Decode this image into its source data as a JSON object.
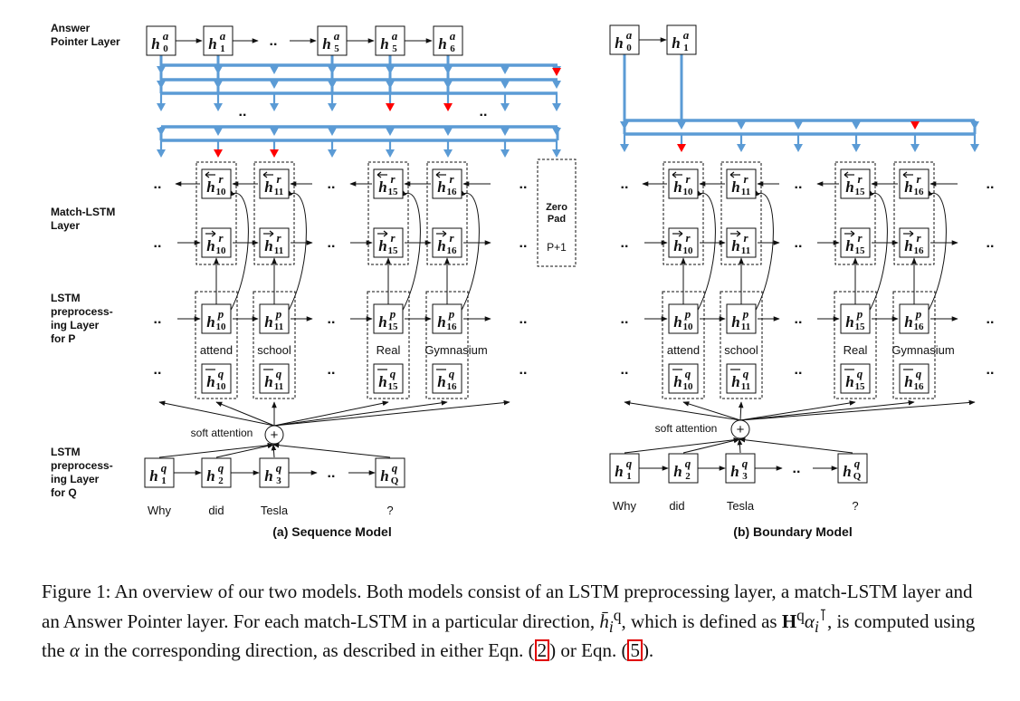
{
  "colors": {
    "bus": "#5b9bd5",
    "pointer": "#ff0000",
    "ink": "#111111"
  },
  "layers": {
    "answer": "Answer\nPointer Layer",
    "match": "Match-LSTM\nLayer",
    "lstm_p": "LSTM\npreprocess-\ning Layer\nfor P",
    "lstm_q": "LSTM\npreprocess-\ning Layer\nfor Q"
  },
  "sequence_model": {
    "subtitle": "(a) Sequence Model",
    "answer_nodes": [
      [
        "h",
        "0",
        "a"
      ],
      [
        "h",
        "1",
        "a"
      ],
      [
        "h",
        "5",
        "a"
      ],
      [
        "h",
        "5",
        "a"
      ],
      [
        "h",
        "6",
        "a"
      ]
    ],
    "rb_nodes": [
      [
        "h",
        "10",
        "r"
      ],
      [
        "h",
        "11",
        "r"
      ],
      [
        "h",
        "15",
        "r"
      ],
      [
        "h",
        "16",
        "r"
      ]
    ],
    "rf_nodes": [
      [
        "h",
        "10",
        "r"
      ],
      [
        "h",
        "11",
        "r"
      ],
      [
        "h",
        "15",
        "r"
      ],
      [
        "h",
        "16",
        "r"
      ]
    ],
    "p_nodes": [
      [
        "h",
        "10",
        "p"
      ],
      [
        "h",
        "11",
        "p"
      ],
      [
        "h",
        "15",
        "p"
      ],
      [
        "h",
        "16",
        "p"
      ]
    ],
    "p_words": [
      "attend",
      "school",
      "Real",
      "Gymnasium"
    ],
    "qbar_nodes": [
      [
        "h",
        "10",
        "q"
      ],
      [
        "h",
        "11",
        "q"
      ],
      [
        "h",
        "15",
        "q"
      ],
      [
        "h",
        "16",
        "q"
      ]
    ],
    "q_nodes": [
      [
        "h",
        "1",
        "q"
      ],
      [
        "h",
        "2",
        "q"
      ],
      [
        "h",
        "3",
        "q"
      ],
      [
        "h",
        "Q",
        "q"
      ]
    ],
    "q_words": [
      "Why",
      "did",
      "Tesla",
      "?"
    ],
    "soft_attention": "soft attention",
    "zero_pad": "Zero\nPad",
    "p_plus_1": "P+1"
  },
  "boundary_model": {
    "subtitle": "(b) Boundary Model",
    "answer_nodes": [
      [
        "h",
        "0",
        "a"
      ],
      [
        "h",
        "1",
        "a"
      ]
    ],
    "rb_nodes": [
      [
        "h",
        "10",
        "r"
      ],
      [
        "h",
        "11",
        "r"
      ],
      [
        "h",
        "15",
        "r"
      ],
      [
        "h",
        "16",
        "r"
      ]
    ],
    "rf_nodes": [
      [
        "h",
        "10",
        "r"
      ],
      [
        "h",
        "11",
        "r"
      ],
      [
        "h",
        "15",
        "r"
      ],
      [
        "h",
        "16",
        "r"
      ]
    ],
    "p_nodes": [
      [
        "h",
        "10",
        "p"
      ],
      [
        "h",
        "11",
        "p"
      ],
      [
        "h",
        "15",
        "p"
      ],
      [
        "h",
        "16",
        "p"
      ]
    ],
    "p_words": [
      "attend",
      "school",
      "Real",
      "Gymnasium"
    ],
    "qbar_nodes": [
      [
        "h",
        "10",
        "q"
      ],
      [
        "h",
        "11",
        "q"
      ],
      [
        "h",
        "15",
        "q"
      ],
      [
        "h",
        "16",
        "q"
      ]
    ],
    "q_nodes": [
      [
        "h",
        "1",
        "q"
      ],
      [
        "h",
        "2",
        "q"
      ],
      [
        "h",
        "3",
        "q"
      ],
      [
        "h",
        "Q",
        "q"
      ]
    ],
    "q_words": [
      "Why",
      "did",
      "Tesla",
      "?"
    ],
    "soft_attention": "soft attention"
  },
  "dots": "..",
  "plus": "+",
  "caption": {
    "part1": "Figure 1: An overview of our two models. Both models consist of an LSTM preprocessing layer, a match-LSTM layer and an Answer Pointer layer. For each match-LSTM in a particular direction, ",
    "hbar": "h̄",
    "hbar_sub": "i",
    "hbar_sup": "q",
    "part2": ", which is defined as ",
    "H": "H",
    "H_sup": "q",
    "alpha": "α",
    "alpha_sub": "i",
    "alpha_sup": "⊺",
    "part3": ", is computed using the ",
    "alpha2": "α",
    "part4": " in the corresponding direction, as described in either Eqn. (",
    "ref1": "2",
    "part5": ") or Eqn. (",
    "ref2": "5",
    "part6": ")."
  }
}
